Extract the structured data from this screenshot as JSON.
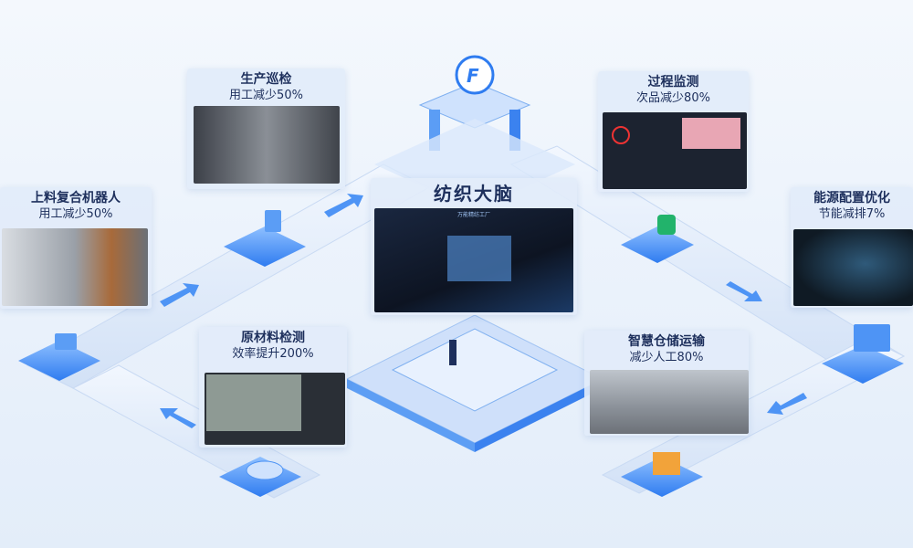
{
  "center": {
    "title": "纺织大脑",
    "screen_title": "万能精纺工厂"
  },
  "cards": [
    {
      "title": "生产巡检",
      "subtitle": "用工减少50%"
    },
    {
      "title": "过程监测",
      "subtitle": "次品减少80%"
    },
    {
      "title": "上料复合机器人",
      "subtitle": "用工减少50%"
    },
    {
      "title": "能源配置优化",
      "subtitle": "节能减排7%"
    },
    {
      "title": "原材料检测",
      "subtitle": "效率提升200%"
    },
    {
      "title": "智慧仓储运输",
      "subtitle": "减少人工80%"
    }
  ],
  "colors": {
    "accent": "#2f7cf0",
    "title": "#1d2f5c",
    "path": "#dbe7f8",
    "dark_screen": "#141c2c"
  }
}
